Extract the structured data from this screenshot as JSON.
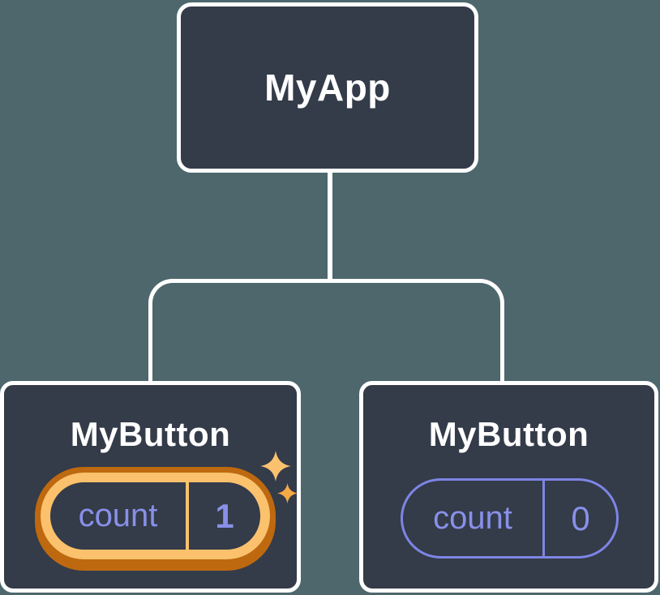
{
  "diagram": {
    "description": "React component tree showing isolated state",
    "tree": {
      "root": {
        "label": "MyApp"
      },
      "children": [
        {
          "label": "MyButton",
          "state": {
            "key": "count",
            "value": "1"
          },
          "highlighted": true
        },
        {
          "label": "MyButton",
          "state": {
            "key": "count",
            "value": "0"
          },
          "highlighted": false
        }
      ]
    },
    "icons": [
      {
        "name": "sparkle-large-icon",
        "meaning": "state just updated"
      },
      {
        "name": "sparkle-small-icon",
        "meaning": "state just updated"
      }
    ]
  },
  "colors": {
    "background": "#4D676D",
    "node_fill": "#343B49",
    "node_border": "#FFFFFF",
    "connector": "#FFFFFF",
    "title_text": "#FFFFFF",
    "state_text": "#8890E8",
    "state_stroke": "#7D85E4",
    "highlight_gold": "#FBC16C",
    "highlight_dark": "#BE690F",
    "sparkle_large": "#FAC26F",
    "sparkle_small": "#F5A947"
  }
}
